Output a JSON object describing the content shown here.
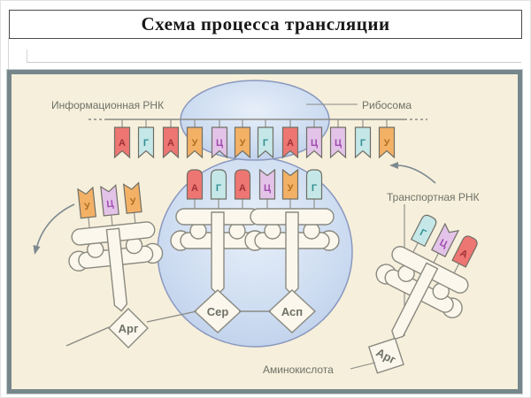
{
  "title": "Схема процесса трансляции",
  "labels": {
    "mrna": "Информационная РНК",
    "ribosome": "Рибосома",
    "trna": "Транспортная РНК",
    "amino_acid": "Аминокислота"
  },
  "mrna": {
    "letters": [
      "А",
      "Г",
      "А",
      "У",
      "Ц",
      "У",
      "Г",
      "А",
      "Ц",
      "Ц",
      "Г",
      "У"
    ]
  },
  "trna_units": {
    "left_outside": {
      "anticodon": [
        "У",
        "Ц",
        "У"
      ],
      "amino": "Арг"
    },
    "p_site": {
      "anticodon": [
        "А",
        "Г",
        "А"
      ],
      "amino": "Сер"
    },
    "a_site": {
      "anticodon": [
        "Ц",
        "У",
        "Г"
      ],
      "amino": "Асп"
    },
    "right_outside": {
      "anticodon": [
        "Г",
        "Ц",
        "А"
      ],
      "amino": "Арг"
    }
  },
  "colors": {
    "nucleotide_A": "#ed7672",
    "nucleotide_G": "#c5e7e8",
    "nucleotide_U": "#f3b166",
    "nucleotide_C": "#e3c3e8",
    "ribosome_fill": "#c9d9ef",
    "panel_background": "#f6efdb",
    "panel_border": "#76878b"
  }
}
